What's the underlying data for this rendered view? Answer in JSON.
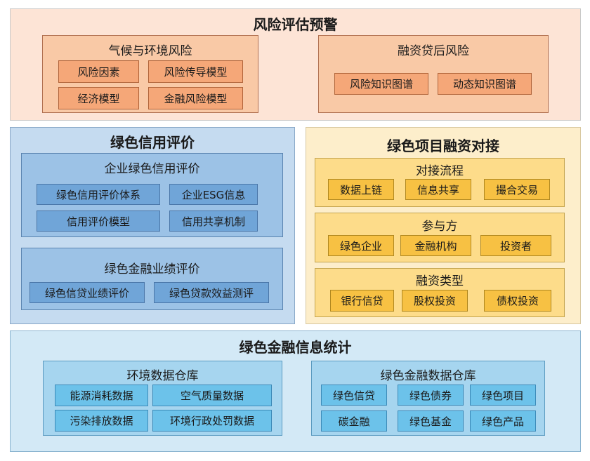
{
  "risk": {
    "title": "风险评估预警",
    "climate": {
      "title": "气候与环境风险",
      "items": [
        "风险因素",
        "风险传导模型",
        "经济模型",
        "金融风险模型"
      ]
    },
    "postloan": {
      "title": "融资贷后风险",
      "items": [
        "风险知识图谱",
        "动态知识图谱"
      ]
    }
  },
  "credit": {
    "title": "绿色信用评价",
    "enterprise": {
      "title": "企业绿色信用评价",
      "items": [
        "绿色信用评价体系",
        "企业ESG信息",
        "信用评价模型",
        "信用共享机制"
      ]
    },
    "performance": {
      "title": "绿色金融业绩评价",
      "items": [
        "绿色信贷业绩评价",
        "绿色贷款效益测评"
      ]
    }
  },
  "project": {
    "title": "绿色项目融资对接",
    "flow": {
      "title": "对接流程",
      "items": [
        "数据上链",
        "信息共享",
        "撮合交易"
      ]
    },
    "participants": {
      "title": "参与方",
      "items": [
        "绿色企业",
        "金融机构",
        "投资者"
      ]
    },
    "types": {
      "title": "融资类型",
      "items": [
        "银行信贷",
        "股权投资",
        "债权投资"
      ]
    }
  },
  "stats": {
    "title": "绿色金融信息统计",
    "env": {
      "title": "环境数据仓库",
      "items": [
        "能源消耗数据",
        "空气质量数据",
        "污染排放数据",
        "环境行政处罚数据"
      ]
    },
    "fin": {
      "title": "绿色金融数据仓库",
      "items": [
        "绿色信贷",
        "绿色债券",
        "绿色项目",
        "碳金融",
        "绿色基金",
        "绿色产品"
      ]
    }
  }
}
